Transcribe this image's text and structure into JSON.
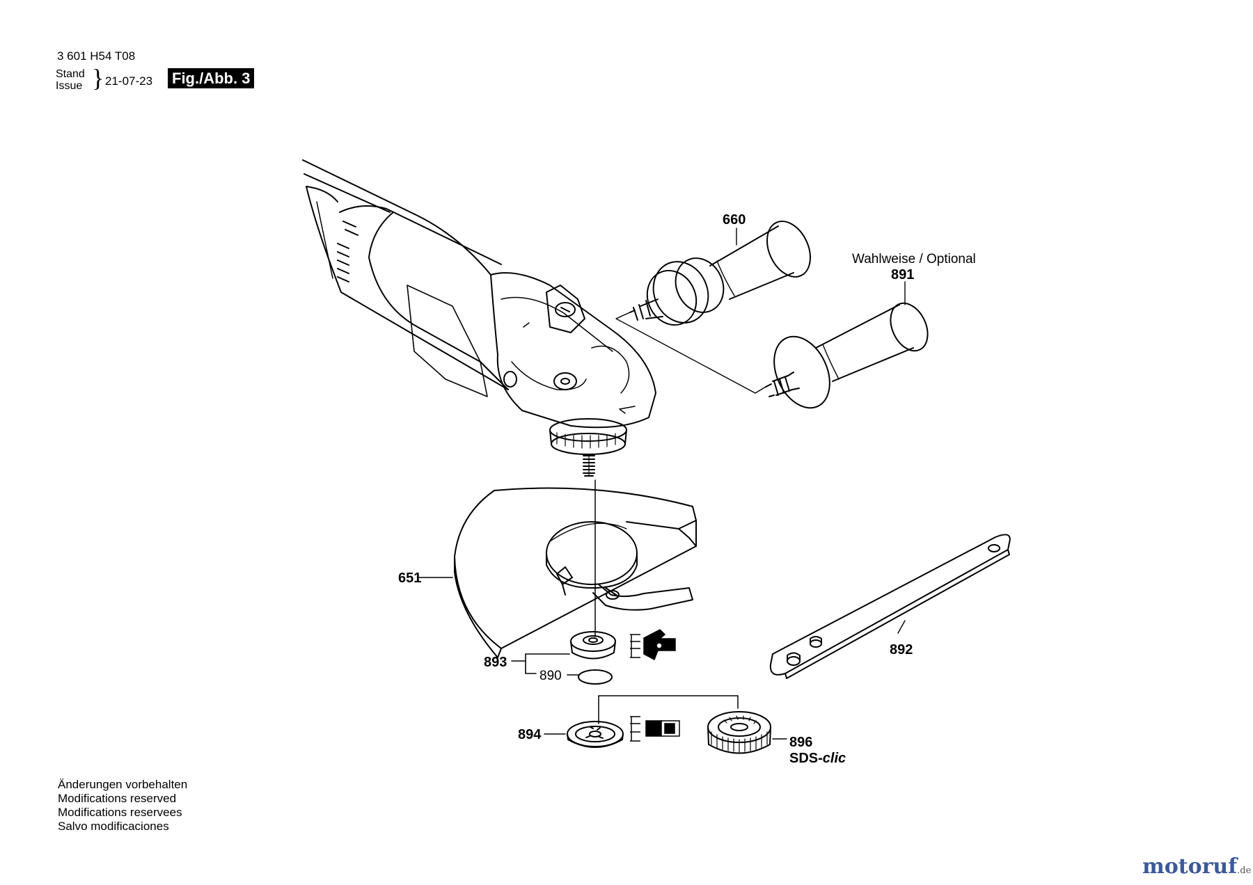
{
  "header": {
    "model_number": "3 601 H54 T08",
    "stand_label": "Stand",
    "issue_label": "Issue",
    "brace": "}",
    "date": "21-07-23",
    "figure": "Fig./Abb. 3"
  },
  "parts": {
    "p660": "660",
    "optional_note": "Wahlweise / Optional",
    "p891": "891",
    "p651": "651",
    "p892": "892",
    "p893": "893",
    "p890": "890",
    "p894": "894",
    "p896": "896",
    "sds_prefix": "SDS-",
    "sds_suffix": "clic"
  },
  "notes": [
    "Änderungen vorbehalten",
    "Modifications reserved",
    "Modifications reservees",
    "Salvo modificaciones"
  ],
  "watermark": {
    "brand": "motoruf",
    "tld": ".de"
  }
}
